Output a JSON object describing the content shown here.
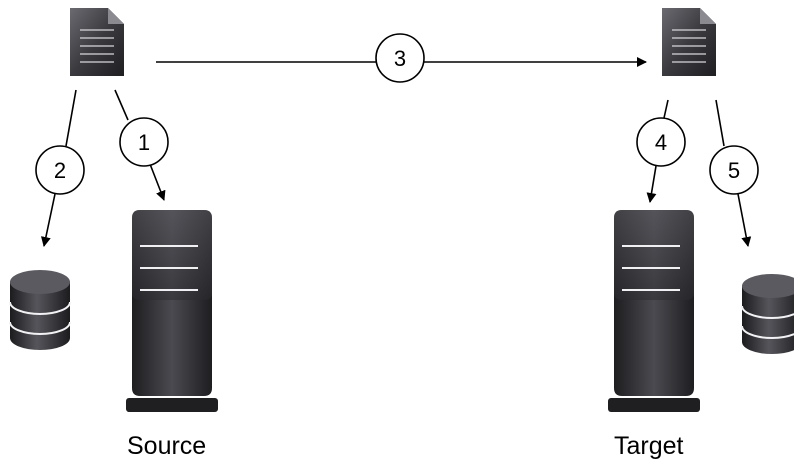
{
  "labels": {
    "source": "Source",
    "target": "Target"
  },
  "steps": [
    "1",
    "2",
    "3",
    "4",
    "5"
  ],
  "icons": {
    "document": "document-icon",
    "server": "server-icon",
    "database": "database-icon"
  },
  "colors": {
    "icon_dark": "#2b2b2e",
    "icon_light": "#5a5a60",
    "line": "#000000",
    "background": "#ffffff"
  }
}
